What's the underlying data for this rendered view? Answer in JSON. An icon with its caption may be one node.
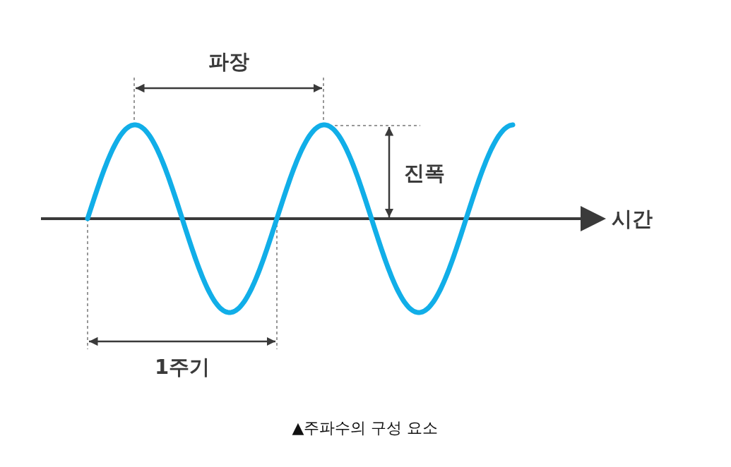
{
  "diagram": {
    "caption": "▲주파수의 구성 요소",
    "labels": [
      "파장",
      "진폭",
      "시간",
      "1주기"
    ]
  }
}
